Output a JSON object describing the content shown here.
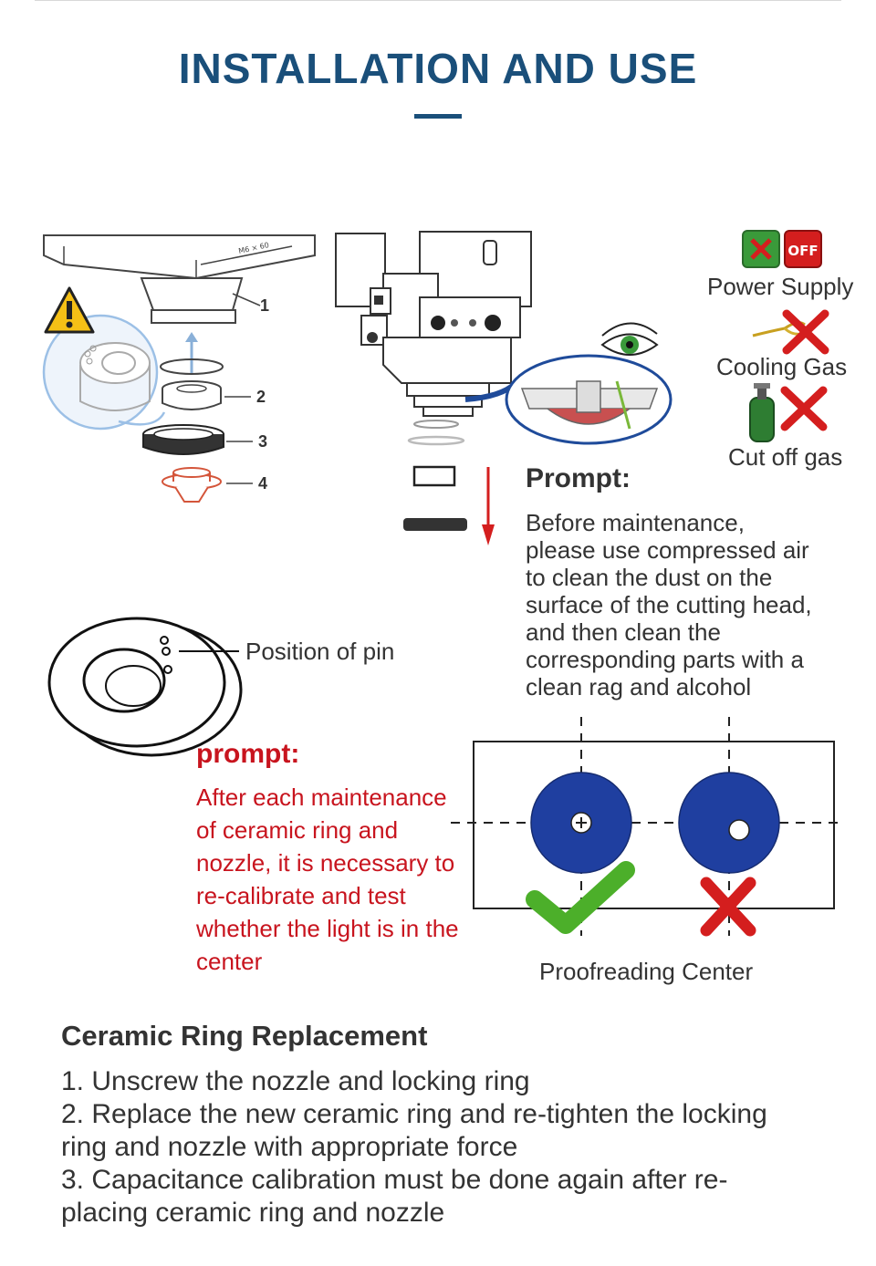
{
  "header": {
    "title": "INSTALLATION AND USE"
  },
  "icons": {
    "warning": "warning-triangle-icon",
    "power_off": "OFF",
    "power_supply_label": "Power Supply",
    "cooling_gas_label": "Cooling Gas",
    "cut_off_gas_label": "Cut off gas"
  },
  "diagram_a": {
    "callouts": [
      "1",
      "2",
      "3",
      "4"
    ],
    "badge": "M6 × 60"
  },
  "prompt_block": {
    "heading": "Prompt:",
    "body": "Before maintenance, please use compressed air to clean the dust on the surface of the cutting head, and then clean the corresponding parts with a clean rag and alcohol"
  },
  "pin_label": "Position of pin",
  "red_prompt": {
    "heading": "prompt:",
    "body": "After each maintenance of ceramic ring and nozzle, it is necessary to re-calibrate and test whether the light is in the center"
  },
  "calibration": {
    "caption": "Proofreading Center"
  },
  "replacement": {
    "heading": "Ceramic Ring Replacement",
    "steps": [
      "1. Unscrew the nozzle and locking ring",
      "2. Replace the new ceramic ring and re-tighten the locking\nring and nozzle with appropriate force",
      "3. Capacitance calibration must be done again after re-\nplacing ceramic ring and nozzle"
    ]
  },
  "colors": {
    "title_blue": "#1a4f7a",
    "alert_red": "#c8141e",
    "nozzle_blue": "#1f3fa0",
    "ok_green": "#4caf2a"
  }
}
